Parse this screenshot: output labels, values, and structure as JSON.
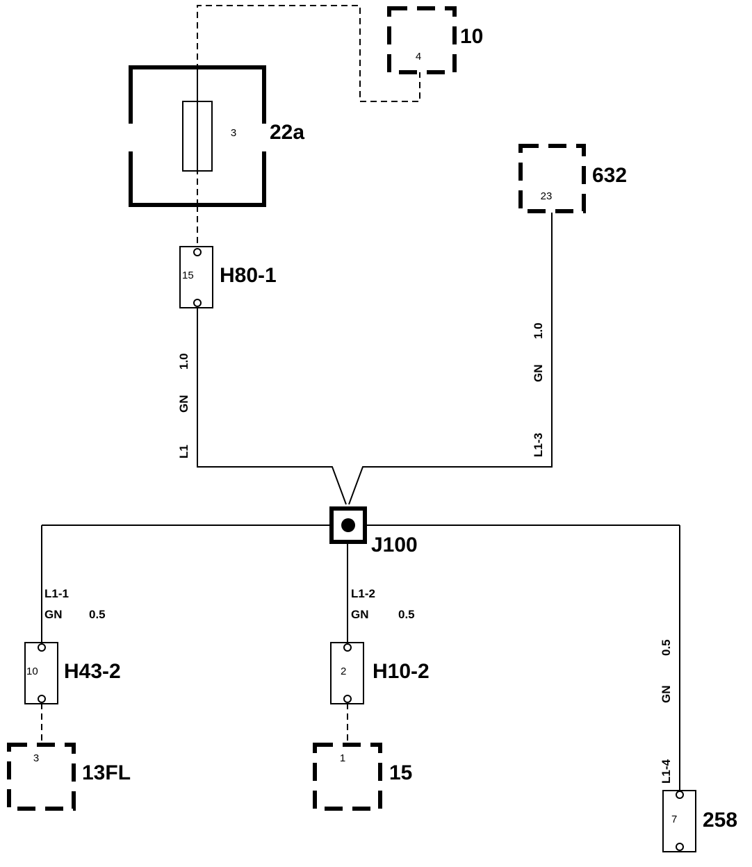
{
  "components": {
    "c10": {
      "label": "10",
      "pin": "4"
    },
    "c22a": {
      "label": "22a",
      "pin": "3"
    },
    "c632": {
      "label": "632",
      "pin": "23"
    },
    "h80": {
      "label": "H80-1",
      "pin": "15"
    },
    "j100": {
      "label": "J100"
    },
    "h43": {
      "label": "H43-2",
      "pin": "10"
    },
    "h10": {
      "label": "H10-2",
      "pin": "2"
    },
    "c258": {
      "label": "258",
      "pin": "7"
    },
    "c13fl": {
      "label": "13FL",
      "pin": "3"
    },
    "c15": {
      "label": "15",
      "pin": "1"
    }
  },
  "wires": {
    "l1": {
      "id": "L1",
      "color": "GN",
      "size": "1.0"
    },
    "l13": {
      "id": "L1-3",
      "color": "GN",
      "size": "1.0"
    },
    "l11": {
      "id": "L1-1",
      "color": "GN",
      "size": "0.5"
    },
    "l12": {
      "id": "L1-2",
      "color": "GN",
      "size": "0.5"
    },
    "l14": {
      "id": "L1-4",
      "color": "GN",
      "size": "0.5"
    }
  }
}
